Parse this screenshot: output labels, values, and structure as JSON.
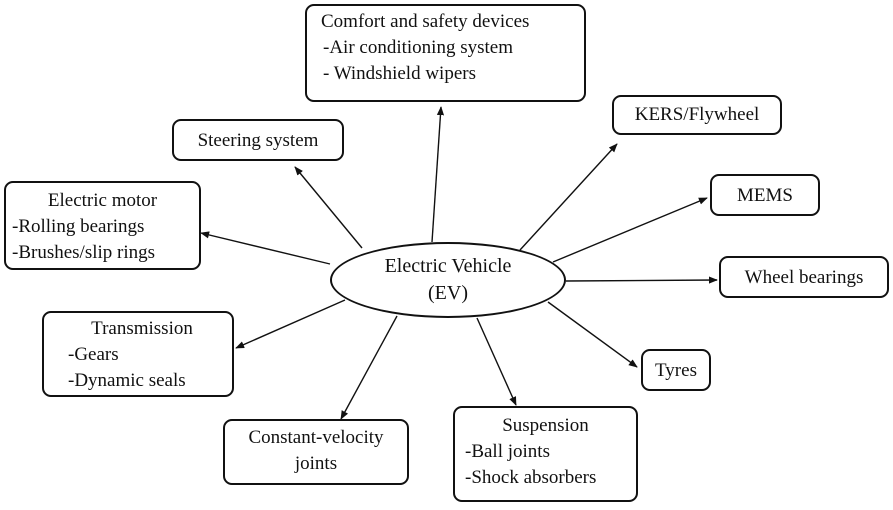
{
  "center": {
    "line1": "Electric Vehicle",
    "line2": "(EV)"
  },
  "nodes": {
    "comfort": {
      "title": "Comfort and safety devices",
      "items": [
        "-Air conditioning system",
        "- Windshield wipers"
      ]
    },
    "kers": {
      "title": "KERS/Flywheel"
    },
    "mems": {
      "title": "MEMS"
    },
    "wheel_bearings": {
      "title": "Wheel bearings"
    },
    "tyres": {
      "title": "Tyres"
    },
    "suspension": {
      "title": "Suspension",
      "items": [
        "-Ball joints",
        "-Shock absorbers"
      ]
    },
    "cv_joints": {
      "title": "Constant-velocity",
      "title2": "joints"
    },
    "transmission": {
      "title": "Transmission",
      "items": [
        "-Gears",
        "-Dynamic seals"
      ]
    },
    "electric_motor": {
      "title": "Electric motor",
      "items": [
        "-Rolling bearings",
        "-Brushes/slip rings"
      ]
    },
    "steering": {
      "title": "Steering system"
    }
  }
}
